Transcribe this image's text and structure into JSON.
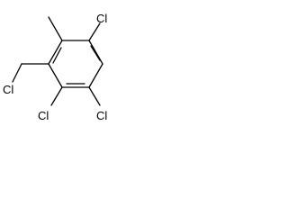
{
  "molecule": {
    "atom_labels": {
      "cl_top_right": "Cl",
      "cl_chloromethyl": "Cl",
      "cl_bottom_left": "Cl",
      "cl_bottom_right": "Cl"
    }
  }
}
